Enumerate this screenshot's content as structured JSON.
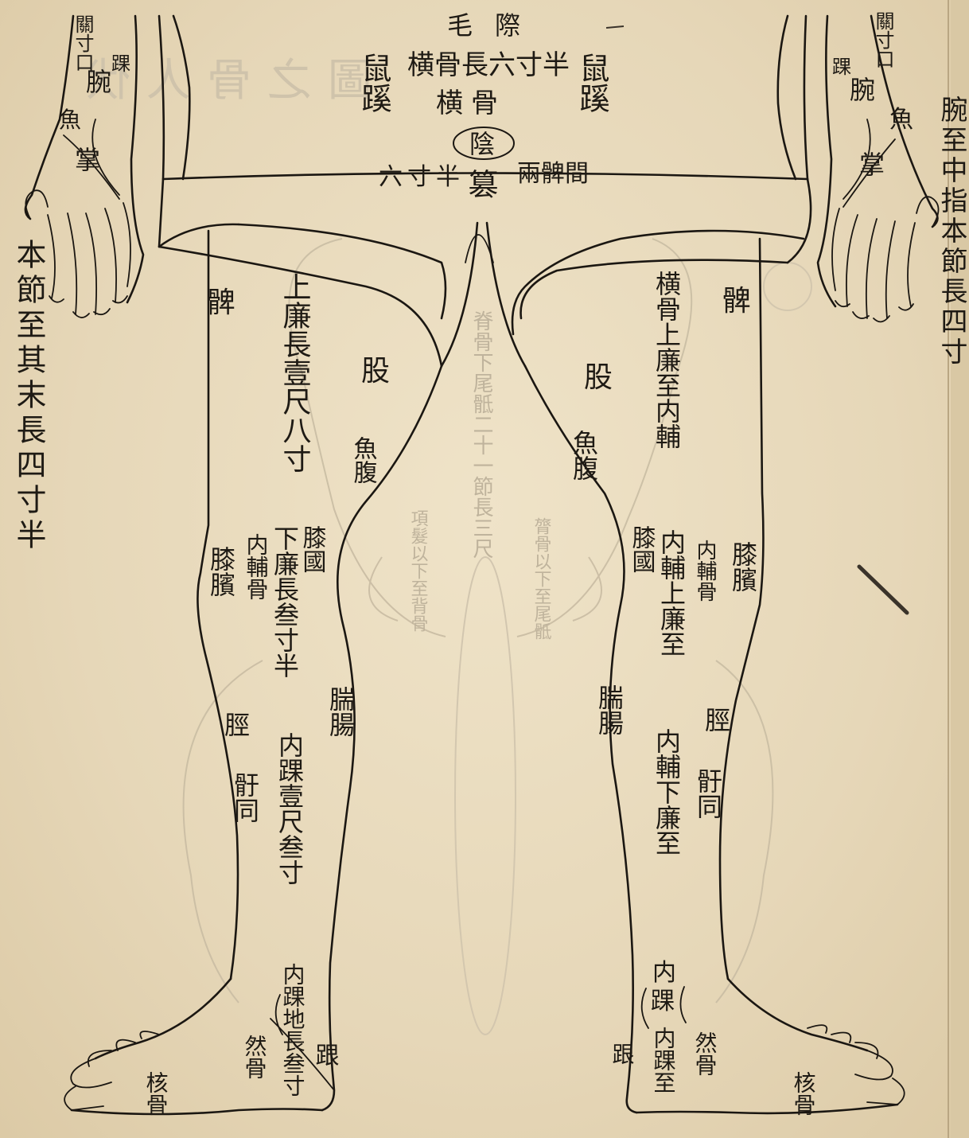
{
  "header": {
    "maoji": "毛際",
    "shuxi_r": "鼠蹊",
    "shuxi_l": "鼠蹊",
    "hengguchang": "横骨長六寸半",
    "henggu_top": "横",
    "henggu": "横骨",
    "yin": "陰",
    "zuan": "篡",
    "liangbi": "兩髀間",
    "liucunban": "六寸半"
  },
  "left_hand": {
    "guanchunkou": "關寸口",
    "huai": "踝",
    "wan": "腕",
    "yu": "魚",
    "zhang": "掌",
    "note": "本節至其末長四寸半"
  },
  "right_hand": {
    "guanchunkou": "關寸口",
    "huai": "踝",
    "wan": "腕",
    "yu": "魚",
    "zhang": "掌",
    "note": "腕至中指本節長四寸"
  },
  "left_leg": {
    "bi": "髀",
    "gu": "股",
    "shanglian": "上廉長壹尺八寸",
    "yufu": "魚腹",
    "xiguo": "膝國",
    "xialian": "下廉長叁寸半",
    "neifugu": "内輔骨",
    "xibin": "膝臏",
    "shuanchang": "腨腸",
    "jing": "脛",
    "hangtong": "骬同",
    "neihuai": "内踝壹尺叁寸",
    "neihuai_di": "内踝地長叁寸",
    "gen": "跟",
    "rangu": "然骨",
    "hegu": "核骨"
  },
  "right_leg": {
    "bi": "髀",
    "gu": "股",
    "henggu_lian": "横骨上廉至内輔",
    "yufu": "魚腹",
    "xiguo": "膝國",
    "neifu_shang": "内輔上廉至",
    "neifugu": "内輔骨",
    "xibin": "膝臏",
    "shuanchang": "腨腸",
    "neifu_xia": "内輔下廉至",
    "jing": "脛",
    "hangtong": "骬同",
    "neihuai_top": "内",
    "neihuai": "踝",
    "neihuai_zhi": "内踝至",
    "gen": "跟",
    "rangu": "然骨",
    "hegu": "核骨"
  },
  "bleed_through": {
    "title": "圖之骨人伏",
    "col1": "脊骨下尾骶二十一節長三尺",
    "col2": "膂骨以下至尾骶",
    "col3": "項髮以下至背骨"
  }
}
